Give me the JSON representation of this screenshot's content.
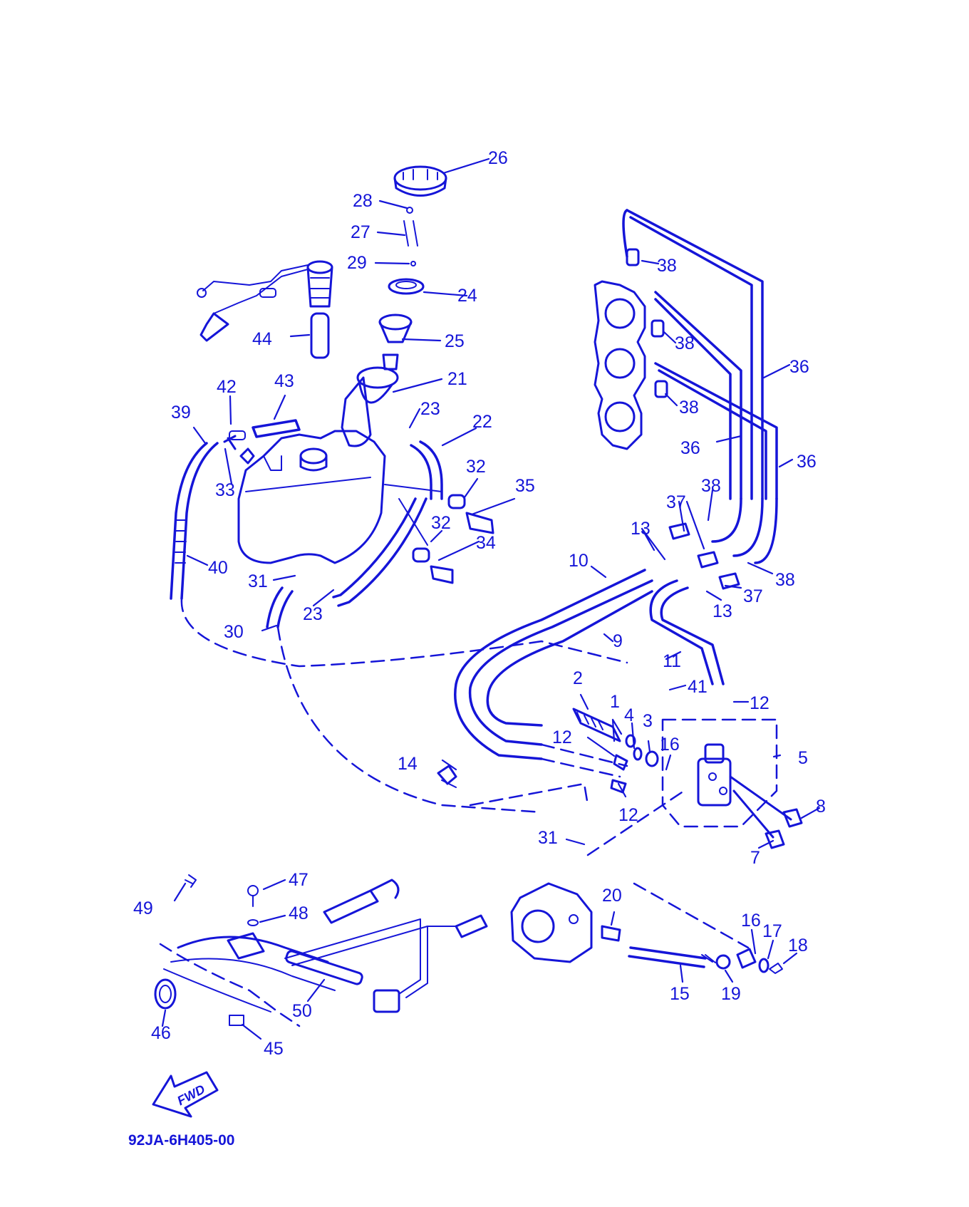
{
  "diagram": {
    "code": "92JA-6H405-00",
    "fwd": "FWD",
    "callouts": [
      {
        "id": "26",
        "label": "26"
      },
      {
        "id": "28",
        "label": "28"
      },
      {
        "id": "27",
        "label": "27"
      },
      {
        "id": "29",
        "label": "29"
      },
      {
        "id": "24",
        "label": "24"
      },
      {
        "id": "25",
        "label": "25"
      },
      {
        "id": "44",
        "label": "44"
      },
      {
        "id": "21",
        "label": "21"
      },
      {
        "id": "42",
        "label": "42"
      },
      {
        "id": "43",
        "label": "43"
      },
      {
        "id": "39",
        "label": "39"
      },
      {
        "id": "23a",
        "label": "23"
      },
      {
        "id": "22",
        "label": "22"
      },
      {
        "id": "33",
        "label": "33"
      },
      {
        "id": "32a",
        "label": "32"
      },
      {
        "id": "35",
        "label": "35"
      },
      {
        "id": "32b",
        "label": "32"
      },
      {
        "id": "34",
        "label": "34"
      },
      {
        "id": "40",
        "label": "40"
      },
      {
        "id": "31a",
        "label": "31"
      },
      {
        "id": "23b",
        "label": "23"
      },
      {
        "id": "30",
        "label": "30"
      },
      {
        "id": "38a",
        "label": "38"
      },
      {
        "id": "38b",
        "label": "38"
      },
      {
        "id": "36a",
        "label": "36"
      },
      {
        "id": "38c",
        "label": "38"
      },
      {
        "id": "36b",
        "label": "36"
      },
      {
        "id": "36c",
        "label": "36"
      },
      {
        "id": "38d",
        "label": "38"
      },
      {
        "id": "37a",
        "label": "37"
      },
      {
        "id": "13a",
        "label": "13"
      },
      {
        "id": "10",
        "label": "10"
      },
      {
        "id": "38e",
        "label": "38"
      },
      {
        "id": "37b",
        "label": "37"
      },
      {
        "id": "13b",
        "label": "13"
      },
      {
        "id": "9",
        "label": "9"
      },
      {
        "id": "11",
        "label": "11"
      },
      {
        "id": "41",
        "label": "41"
      },
      {
        "id": "2",
        "label": "2"
      },
      {
        "id": "12a",
        "label": "12"
      },
      {
        "id": "1",
        "label": "1"
      },
      {
        "id": "4",
        "label": "4"
      },
      {
        "id": "3",
        "label": "3"
      },
      {
        "id": "12b",
        "label": "12"
      },
      {
        "id": "16a",
        "label": "16"
      },
      {
        "id": "5",
        "label": "5"
      },
      {
        "id": "14",
        "label": "14"
      },
      {
        "id": "12c",
        "label": "12"
      },
      {
        "id": "8",
        "label": "8"
      },
      {
        "id": "31b",
        "label": "31"
      },
      {
        "id": "7",
        "label": "7"
      },
      {
        "id": "47",
        "label": "47"
      },
      {
        "id": "49",
        "label": "49"
      },
      {
        "id": "48",
        "label": "48"
      },
      {
        "id": "20",
        "label": "20"
      },
      {
        "id": "16b",
        "label": "16"
      },
      {
        "id": "17",
        "label": "17"
      },
      {
        "id": "18",
        "label": "18"
      },
      {
        "id": "15",
        "label": "15"
      },
      {
        "id": "19",
        "label": "19"
      },
      {
        "id": "46",
        "label": "46"
      },
      {
        "id": "50",
        "label": "50"
      },
      {
        "id": "45",
        "label": "45"
      }
    ]
  }
}
